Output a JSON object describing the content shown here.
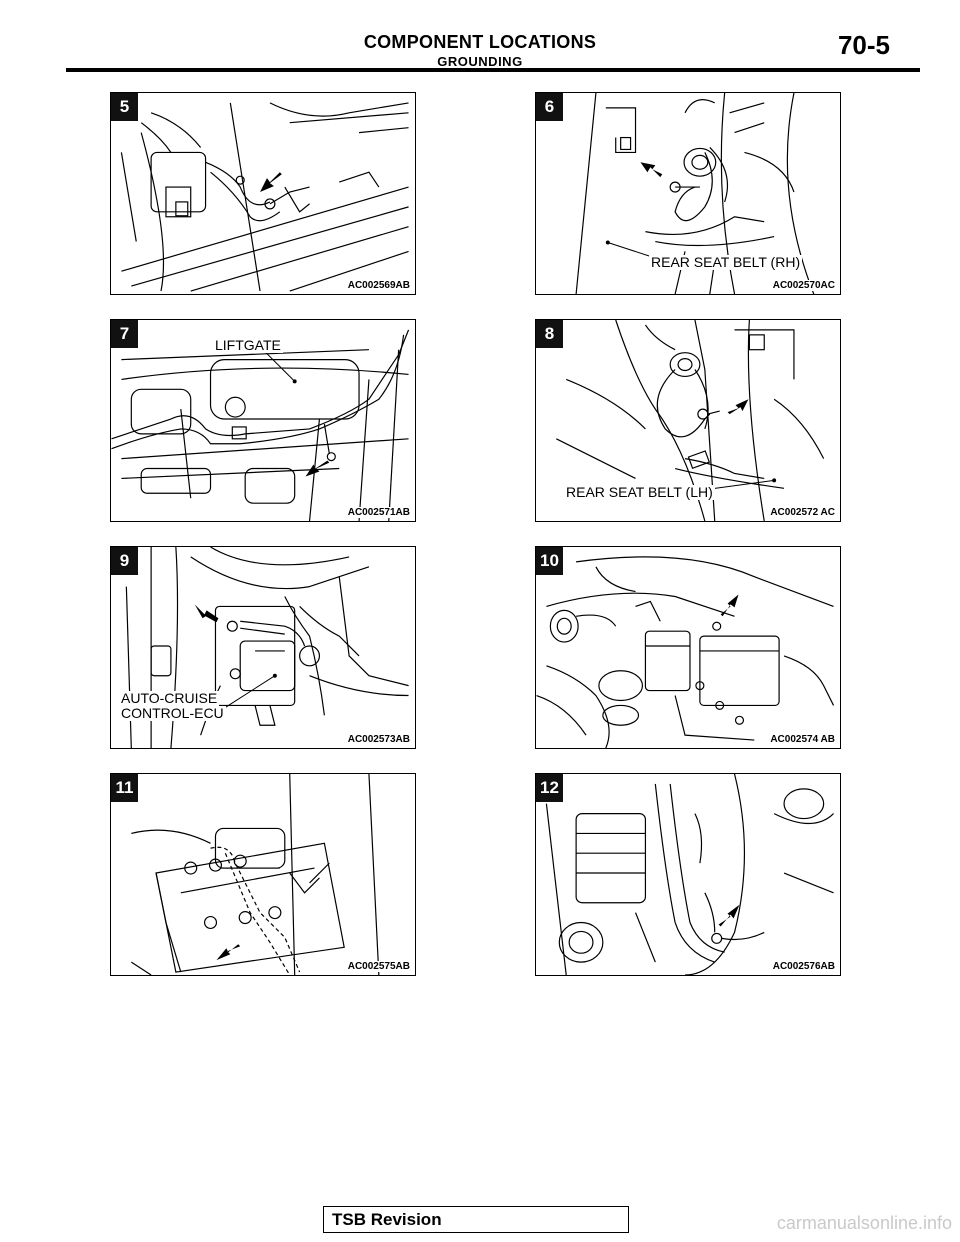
{
  "header": {
    "title": "COMPONENT LOCATIONS",
    "subtitle": "GROUNDING",
    "page_number": "70-5"
  },
  "panels": [
    {
      "number": "5",
      "code": "AC002569AB",
      "label": ""
    },
    {
      "number": "6",
      "code": "AC002570AC",
      "label": "REAR SEAT BELT (RH)"
    },
    {
      "number": "7",
      "code": "AC002571AB",
      "label": "LIFTGATE"
    },
    {
      "number": "8",
      "code": "AC002572 AC",
      "label": "REAR SEAT BELT (LH)"
    },
    {
      "number": "9",
      "code": "AC002573AB",
      "label": "AUTO-CRUISE",
      "label2": "CONTROL-ECU"
    },
    {
      "number": "10",
      "code": "AC002574 AB",
      "label": ""
    },
    {
      "number": "11",
      "code": "AC002575AB",
      "label": ""
    },
    {
      "number": "12",
      "code": "AC002576AB",
      "label": ""
    }
  ],
  "footer": {
    "text": "TSB Revision"
  },
  "watermark": "carmanualsonline.info"
}
